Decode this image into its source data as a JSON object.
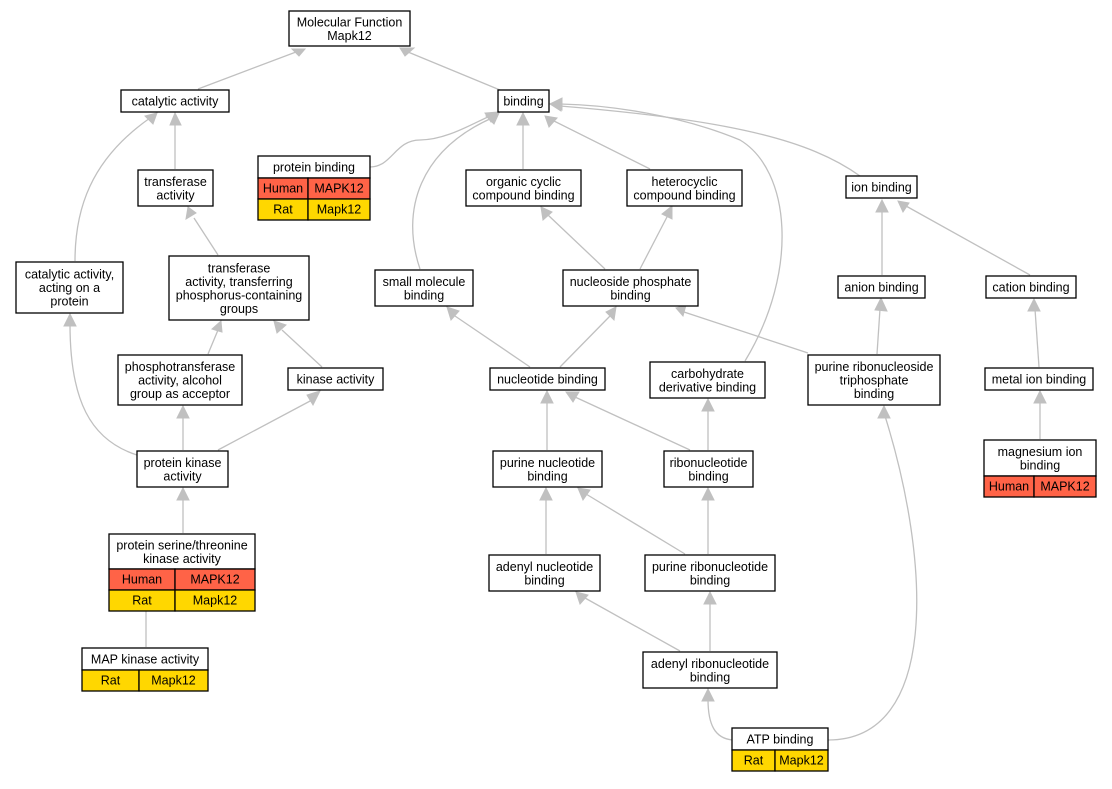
{
  "colors": {
    "human": "#ff6347",
    "rat": "#ffd700",
    "edge": "#c0c0c0",
    "border": "#000000",
    "background": "#ffffff"
  },
  "nodes": [
    {
      "id": "mf",
      "lines": [
        "Molecular Function",
        "Mapk12"
      ]
    },
    {
      "id": "catalytic",
      "lines": [
        "catalytic activity"
      ]
    },
    {
      "id": "binding",
      "lines": [
        "binding"
      ]
    },
    {
      "id": "protein_binding",
      "lines": [
        "protein binding"
      ],
      "rows": [
        [
          "Human",
          "MAPK12"
        ],
        [
          "Rat",
          "Mapk12"
        ]
      ]
    },
    {
      "id": "transferase",
      "lines": [
        "transferase",
        "activity"
      ]
    },
    {
      "id": "organic_cyclic",
      "lines": [
        "organic cyclic",
        "compound binding"
      ]
    },
    {
      "id": "heterocyclic",
      "lines": [
        "heterocyclic",
        "compound binding"
      ]
    },
    {
      "id": "ion_binding",
      "lines": [
        "ion binding"
      ]
    },
    {
      "id": "catalytic_protein",
      "lines": [
        "catalytic activity,",
        "acting on a",
        "protein"
      ]
    },
    {
      "id": "transferase_phos",
      "lines": [
        "transferase",
        "activity, transferring",
        "phosphorus-containing",
        "groups"
      ]
    },
    {
      "id": "small_molecule",
      "lines": [
        "small molecule",
        "binding"
      ]
    },
    {
      "id": "nucleoside_phosphate",
      "lines": [
        "nucleoside phosphate",
        "binding"
      ]
    },
    {
      "id": "anion_binding",
      "lines": [
        "anion binding"
      ]
    },
    {
      "id": "cation_binding",
      "lines": [
        "cation binding"
      ]
    },
    {
      "id": "phosphotransferase",
      "lines": [
        "phosphotransferase",
        "activity, alcohol",
        "group as acceptor"
      ]
    },
    {
      "id": "kinase",
      "lines": [
        "kinase activity"
      ]
    },
    {
      "id": "nucleotide_binding",
      "lines": [
        "nucleotide binding"
      ]
    },
    {
      "id": "carbohydrate",
      "lines": [
        "carbohydrate",
        "derivative binding"
      ]
    },
    {
      "id": "purine_ribonucleoside_tp",
      "lines": [
        "purine ribonucleoside",
        "triphosphate",
        "binding"
      ]
    },
    {
      "id": "metal_ion",
      "lines": [
        "metal ion binding"
      ]
    },
    {
      "id": "protein_kinase",
      "lines": [
        "protein kinase",
        "activity"
      ]
    },
    {
      "id": "purine_nucleotide",
      "lines": [
        "purine nucleotide",
        "binding"
      ]
    },
    {
      "id": "ribonucleotide",
      "lines": [
        "ribonucleotide",
        "binding"
      ]
    },
    {
      "id": "magnesium",
      "lines": [
        "magnesium ion",
        "binding"
      ],
      "rows": [
        [
          "Human",
          "MAPK12"
        ]
      ]
    },
    {
      "id": "ser_thr_kinase",
      "lines": [
        "protein serine/threonine",
        "kinase activity"
      ],
      "rows": [
        [
          "Human",
          "MAPK12"
        ],
        [
          "Rat",
          "Mapk12"
        ]
      ]
    },
    {
      "id": "adenyl_nucleotide",
      "lines": [
        "adenyl nucleotide",
        "binding"
      ]
    },
    {
      "id": "purine_ribonucleotide",
      "lines": [
        "purine ribonucleotide",
        "binding"
      ]
    },
    {
      "id": "map_kinase",
      "lines": [
        "MAP kinase activity"
      ],
      "rows": [
        [
          "Rat",
          "Mapk12"
        ]
      ]
    },
    {
      "id": "adenyl_ribonucleotide",
      "lines": [
        "adenyl ribonucleotide",
        "binding"
      ]
    },
    {
      "id": "atp",
      "lines": [
        "ATP binding"
      ],
      "rows": [
        [
          "Rat",
          "Mapk12"
        ]
      ]
    }
  ],
  "edges": [
    {
      "from": "catalytic",
      "to": "mf"
    },
    {
      "from": "binding",
      "to": "mf"
    },
    {
      "from": "transferase",
      "to": "catalytic"
    },
    {
      "from": "catalytic_protein",
      "to": "catalytic"
    },
    {
      "from": "protein_binding",
      "to": "binding"
    },
    {
      "from": "organic_cyclic",
      "to": "binding"
    },
    {
      "from": "heterocyclic",
      "to": "binding"
    },
    {
      "from": "ion_binding",
      "to": "binding"
    },
    {
      "from": "small_molecule",
      "to": "binding"
    },
    {
      "from": "carbohydrate",
      "to": "binding"
    },
    {
      "from": "transferase_phos",
      "to": "transferase"
    },
    {
      "from": "phosphotransferase",
      "to": "transferase_phos"
    },
    {
      "from": "kinase",
      "to": "transferase_phos"
    },
    {
      "from": "protein_kinase",
      "to": "catalytic_protein"
    },
    {
      "from": "protein_kinase",
      "to": "phosphotransferase"
    },
    {
      "from": "protein_kinase",
      "to": "kinase"
    },
    {
      "from": "ser_thr_kinase",
      "to": "protein_kinase"
    },
    {
      "from": "map_kinase",
      "to": "ser_thr_kinase"
    },
    {
      "from": "nucleoside_phosphate",
      "to": "organic_cyclic"
    },
    {
      "from": "nucleoside_phosphate",
      "to": "heterocyclic"
    },
    {
      "from": "nucleotide_binding",
      "to": "small_molecule"
    },
    {
      "from": "nucleotide_binding",
      "to": "nucleoside_phosphate"
    },
    {
      "from": "purine_ribonucleoside_tp",
      "to": "nucleoside_phosphate"
    },
    {
      "from": "anion_binding",
      "to": "ion_binding"
    },
    {
      "from": "cation_binding",
      "to": "ion_binding"
    },
    {
      "from": "purine_ribonucleoside_tp",
      "to": "anion_binding"
    },
    {
      "from": "metal_ion",
      "to": "cation_binding"
    },
    {
      "from": "magnesium",
      "to": "metal_ion"
    },
    {
      "from": "purine_nucleotide",
      "to": "nucleotide_binding"
    },
    {
      "from": "ribonucleotide",
      "to": "nucleotide_binding"
    },
    {
      "from": "ribonucleotide",
      "to": "carbohydrate"
    },
    {
      "from": "adenyl_nucleotide",
      "to": "purine_nucleotide"
    },
    {
      "from": "purine_ribonucleotide",
      "to": "purine_nucleotide"
    },
    {
      "from": "purine_ribonucleotide",
      "to": "ribonucleotide"
    },
    {
      "from": "adenyl_ribonucleotide",
      "to": "adenyl_nucleotide"
    },
    {
      "from": "adenyl_ribonucleotide",
      "to": "purine_ribonucleotide"
    },
    {
      "from": "atp",
      "to": "adenyl_ribonucleotide"
    },
    {
      "from": "atp",
      "to": "purine_ribonucleoside_tp"
    }
  ]
}
